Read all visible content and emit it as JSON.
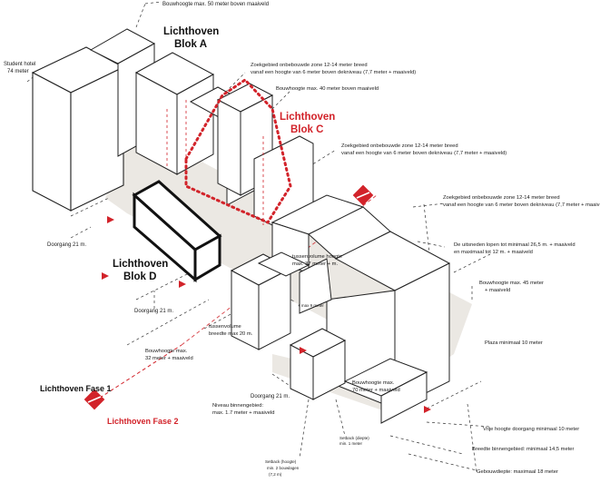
{
  "blocks": {
    "blok_a": "Lichthoven\nBlok A",
    "blok_c": "Lichthoven\nBlok C",
    "blok_d": "Lichthoven\nBlok D"
  },
  "phases": {
    "fase_1": "Lichthoven Fase 1",
    "fase_2": "Lichthoven Fase 2"
  },
  "annotations": {
    "top_height": "Bouwhoogte max. 50 meter boven maaiveld",
    "student_hotel": "Student hotel\n74  meter",
    "zone_a": "Zoekgebied onbebouwde zone 12-14 meter breed\nvanaf een hoogte van 6 meter boven dekniveau (7,7 meter + maaiveld)",
    "height_40": "Bouwhoogte max. 40 meter boven maaiveld",
    "zone_b": "Zoekgebied onbebouwde zone 12-14 meter breed\nvanaf een hoogte van 6 meter boven dekniveau (7,7 meter + maaiveld)",
    "zone_c": "Zoekgebied onbebouwde zone 12-14 meter breed\nvanaf een hoogte van 6 meter boven dekniveau (7,7 meter + maaiveld",
    "uitsneden": "De uitsneden lopen tot minimaal 26,5 m. + maaiveld\nen maximaal tot 12 m. + maaiveld",
    "tussenvolume_hoogte": "tussenvolume hoogte\nmax. 37 meter + m.",
    "height_45": "Bouwhoogte max. 45 meter\n+ maaiveld",
    "doorgang_top": "Doorgang 21 m.",
    "doorgang_mid": "Doorgang 21 m.",
    "doorgang_bottom": "Doorgang 21 m.",
    "small_tag": "+ max 9 meter",
    "tussenvolume_breedte": "tussenvolume\nbreedte max 20 m.",
    "plaza": "Plaza minimaal 10 meter",
    "height_32": "Bouwhoogte max.\n32 meter + maaiveld",
    "height_70": "Bouwhoogte max.\n70 meter + maaiveld",
    "binnengebied": "Niveau binnengebied:\nmax. 1.7 meter + maaiveld",
    "vrije_hoogte": "Vrije hoogte doorgang minimaal 10 meter",
    "setback_diepte": "Setback (diepte)\nmin. 1 meter",
    "breedte": "Breedte binnengebied: minimaal 14,5 meter",
    "setback_hoogte": "Setback (hoogte)\nmin. 2 bouwlagen\n(7,2 m)",
    "gebouwdiepte": "Gebouwdiepte: maximaal 18 meter"
  },
  "colors": {
    "accent_red": "#d2232a",
    "ground": "#e9e6e1",
    "line": "#222222"
  }
}
